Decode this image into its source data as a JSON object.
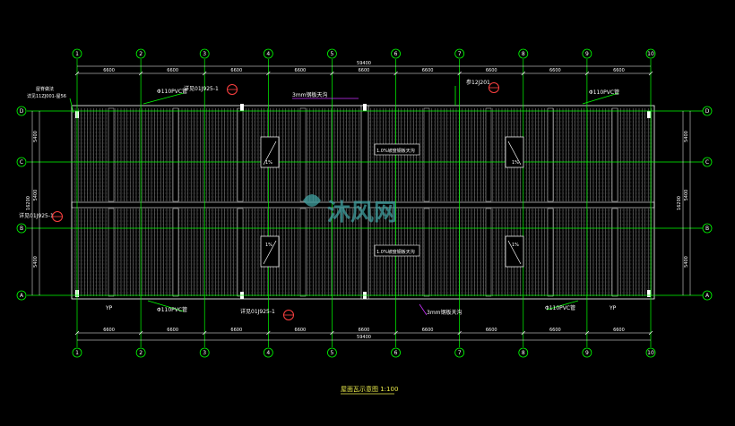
{
  "drawing": {
    "title": "屋面瓦示意图 1:100",
    "colors": {
      "background": "#000000",
      "axis": "#00ff00",
      "roof": "#ffffff",
      "dim": "#ffffff",
      "leader": "#00ff00",
      "pipe": "#ff4040",
      "accent": "#cc33ff",
      "watermark": "#3fa0a0"
    },
    "axes_x": [
      "1",
      "2",
      "3",
      "4",
      "5",
      "6",
      "7",
      "8",
      "9",
      "10"
    ],
    "axes_y": [
      "D",
      "C",
      "B",
      "A"
    ],
    "dims_top": [
      "6600",
      "6600",
      "6600",
      "6600",
      "6600",
      "6600",
      "6600",
      "6600",
      "6600"
    ],
    "dims_bottom": [
      "6600",
      "6600",
      "6600",
      "6600",
      "6600",
      "6600",
      "6600",
      "6600",
      "6600"
    ],
    "overall_top": "59400",
    "overall_bottom": "59400",
    "dims_left": [
      "5400",
      "5400",
      "5400"
    ],
    "overall_left": "16200",
    "dims_right": [
      "5400",
      "5400",
      "5400"
    ],
    "overall_right": "16200",
    "labels": {
      "pvc_top_left": "Φ110PVC管",
      "pvc_top_right": "Φ110PVC管",
      "pvc_bottom_left": "Φ110PVC管",
      "pvc_bottom_right": "Φ110PVC管",
      "ref_top_left": "详见01J925-1",
      "ref_top_right": "参12J201",
      "ref_bottom": "详见01J925-1",
      "ref_left": "详见01J925-1",
      "plate_top": "3mm钢板天沟",
      "plate_bottom": "3mm钢板天沟",
      "ridge_note": "屋脊做法",
      "ridge_sub": "详见11ZJ001-屋56",
      "gutter_label_top": "1.0%坡度钢板天沟",
      "gutter_label_bottom": "1.0%坡度钢板天沟",
      "slope_a": "1%",
      "slope_b": "1%",
      "slope_c": "1%",
      "slope_d": "1%",
      "yp_left": "YP",
      "yp_right": "YP",
      "watermark": "沐风网"
    }
  }
}
